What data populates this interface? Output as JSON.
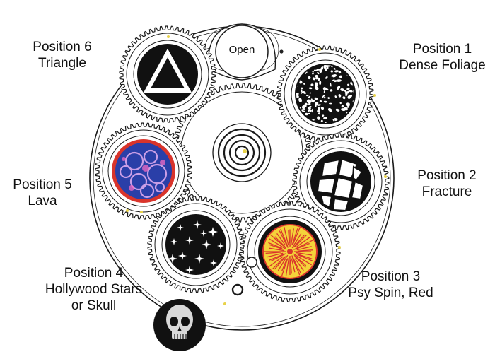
{
  "open_label": "Open",
  "positions": [
    {
      "id": 1,
      "lines": [
        "Position 1",
        "Dense Foliage"
      ],
      "gobo_icon": "dense-foliage-gobo"
    },
    {
      "id": 2,
      "lines": [
        "Position 2",
        "Fracture"
      ],
      "gobo_icon": "fracture-gobo"
    },
    {
      "id": 3,
      "lines": [
        "Position 3",
        "Psy Spin, Red"
      ],
      "gobo_icon": "psy-spin-red-gobo"
    },
    {
      "id": 4,
      "lines": [
        "Position 4",
        "Hollywood Stars",
        "or Skull"
      ],
      "gobo_icon": "hollywood-stars-gobo",
      "alt_icon": "skull-gobo"
    },
    {
      "id": 5,
      "lines": [
        "Position 5",
        "Lava"
      ],
      "gobo_icon": "lava-gobo"
    },
    {
      "id": 6,
      "lines": [
        "Position 6",
        "Triangle"
      ],
      "gobo_icon": "triangle-gobo"
    }
  ],
  "colors": {
    "outline": "#1a1a1a",
    "gear_fill": "#ffffff",
    "gobo_dark": "#111111",
    "lava_ring": "#d9342b",
    "lava_blue": "#2a3fa8",
    "psy_yellow": "#f4d23a",
    "psy_red": "#d9342b",
    "screw_yellow": "#e8d24a"
  }
}
